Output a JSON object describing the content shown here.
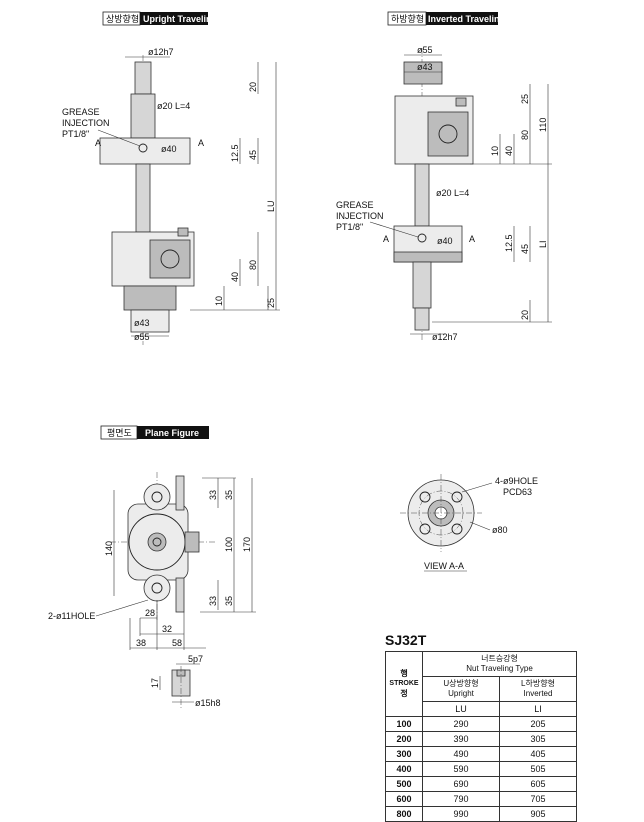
{
  "views": {
    "upright": {
      "label_ko": "상방향형",
      "label_en": "Upright Traveling"
    },
    "inverted": {
      "label_ko": "하방향형",
      "label_en": "Inverted Traveling"
    },
    "plane": {
      "label_ko": "평면도",
      "label_en": "Plane Figure"
    }
  },
  "upright_dims": {
    "shaft_tip": "ø12h7",
    "collar": "ø20 L=4",
    "grease_line1": "GREASE",
    "grease_line2": "INJECTION",
    "grease_line3": "PT1/8\"",
    "section_a": "A",
    "nut_dia": "ø40",
    "d20": "20",
    "d12_5": "12.5",
    "d45": "45",
    "lu": "LU",
    "d80": "80",
    "d40": "40",
    "d10": "10",
    "d25": "25",
    "base_43": "ø43",
    "base_55": "ø55"
  },
  "inverted_dims": {
    "top_55": "ø55",
    "top_43": "ø43",
    "d25": "25",
    "d80": "80",
    "d110": "110",
    "d10": "10",
    "d40": "40",
    "collar": "ø20 L=4",
    "grease_line1": "GREASE",
    "grease_line2": "INJECTION",
    "grease_line3": "PT1/8\"",
    "section_a": "A",
    "nut_dia": "ø40",
    "d12_5": "12.5",
    "d45": "45",
    "li": "LI",
    "d20": "20",
    "shaft_tip": "ø12h7"
  },
  "plane_dims": {
    "d140": "140",
    "d33_top": "33",
    "d35_top": "35",
    "d100": "100",
    "d170": "170",
    "d33_bot": "33",
    "d35_bot": "35",
    "hole": "2-ø11HOLE",
    "d28": "28",
    "d32": "32",
    "d38": "38",
    "d58": "58",
    "key": "5p7",
    "d17": "17",
    "tip_dia": "ø15h8"
  },
  "view_aa": {
    "holes": "4-ø9HOLE",
    "pcd": "PCD63",
    "dia": "ø80",
    "title": "VIEW A-A"
  },
  "spec_table": {
    "model": "SJ32T",
    "stroke_ko": [
      "행",
      "정"
    ],
    "stroke_en": "STROKE",
    "group_ko": "너트승강형",
    "group_en": "Nut Traveling Type",
    "upright_ko": "U상방향형",
    "upright_en": "Upright",
    "inverted_ko": "L하방향형",
    "inverted_en": "Inverted",
    "col_lu": "LU",
    "col_li": "LI",
    "rows": [
      {
        "stroke": "100",
        "lu": "290",
        "li": "205"
      },
      {
        "stroke": "200",
        "lu": "390",
        "li": "305"
      },
      {
        "stroke": "300",
        "lu": "490",
        "li": "405"
      },
      {
        "stroke": "400",
        "lu": "590",
        "li": "505"
      },
      {
        "stroke": "500",
        "lu": "690",
        "li": "605"
      },
      {
        "stroke": "600",
        "lu": "790",
        "li": "705"
      },
      {
        "stroke": "800",
        "lu": "990",
        "li": "905"
      }
    ]
  }
}
